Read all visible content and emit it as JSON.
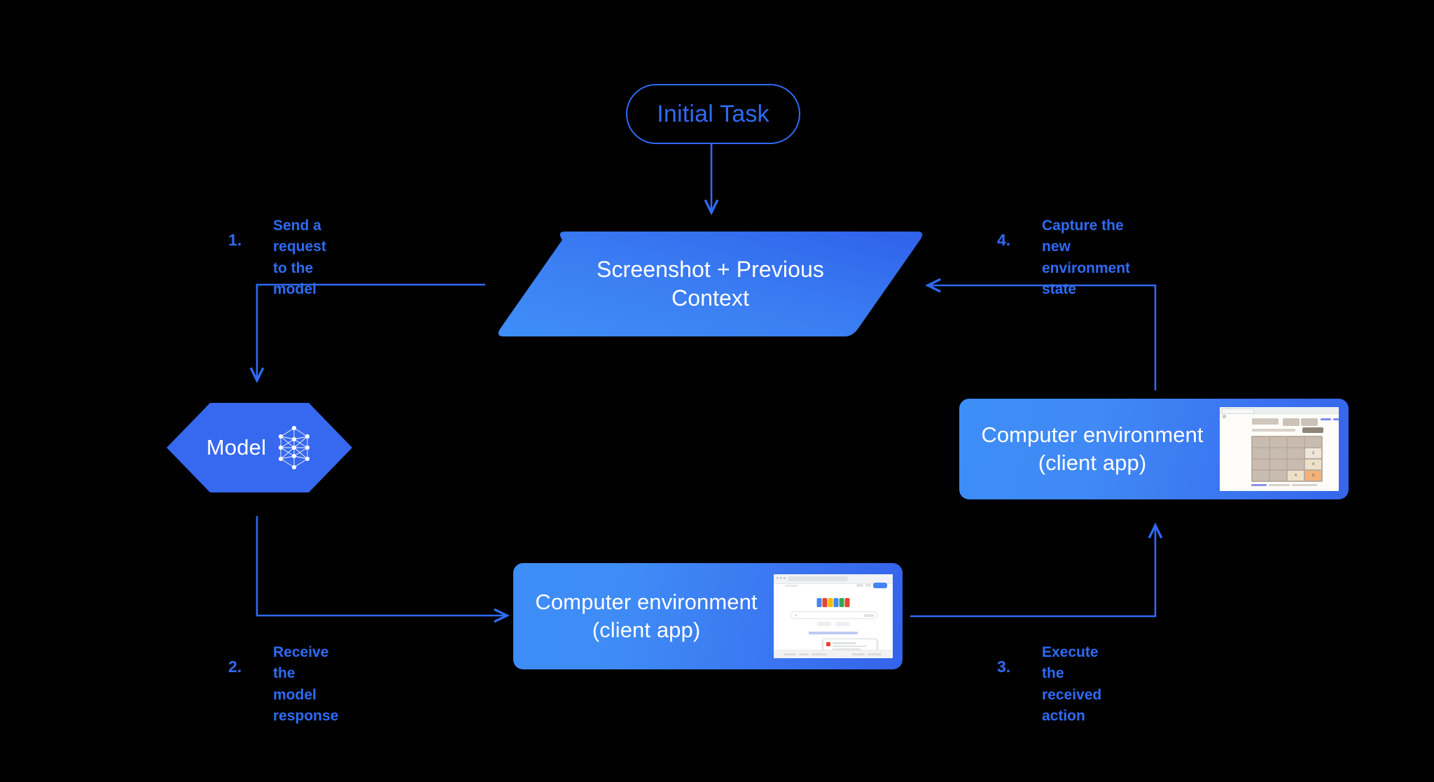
{
  "diagram": {
    "title_node": {
      "label": "Initial Task"
    },
    "context_node": {
      "label": "Screenshot + Previous\nContext",
      "line1": "Screenshot + Previous",
      "line2": "Context"
    },
    "model_node": {
      "label": "Model",
      "icon": "neural-network-icon"
    },
    "env_top": {
      "line1": "Computer environment",
      "line2": "(client app)",
      "thumbnail": "2048-game-screenshot"
    },
    "env_bottom": {
      "line1": "Computer environment",
      "line2": "(client app)",
      "thumbnail": "google-search-screenshot"
    },
    "steps": [
      {
        "number": "1.",
        "text": "Send a request\nto the model"
      },
      {
        "number": "2.",
        "text": "Receive the\nmodel response"
      },
      {
        "number": "3.",
        "text": "Execute the\nreceived action"
      },
      {
        "number": "4.",
        "text": "Capture the new\nenvironment state"
      }
    ],
    "colors": {
      "background": "#000000",
      "accent_blue": "#2f6bf5",
      "node_blue_light": "#3e8ef7",
      "node_blue_dark": "#3463eb",
      "text_on_node": "#ffffff"
    },
    "thumbnail_2048": {
      "site_label": "2048.org",
      "tiles": [
        [
          "",
          "",
          "",
          ""
        ],
        [
          "",
          "",
          "",
          "2"
        ],
        [
          "",
          "",
          "",
          "4"
        ],
        [
          "",
          "",
          "4",
          "8"
        ]
      ]
    }
  }
}
